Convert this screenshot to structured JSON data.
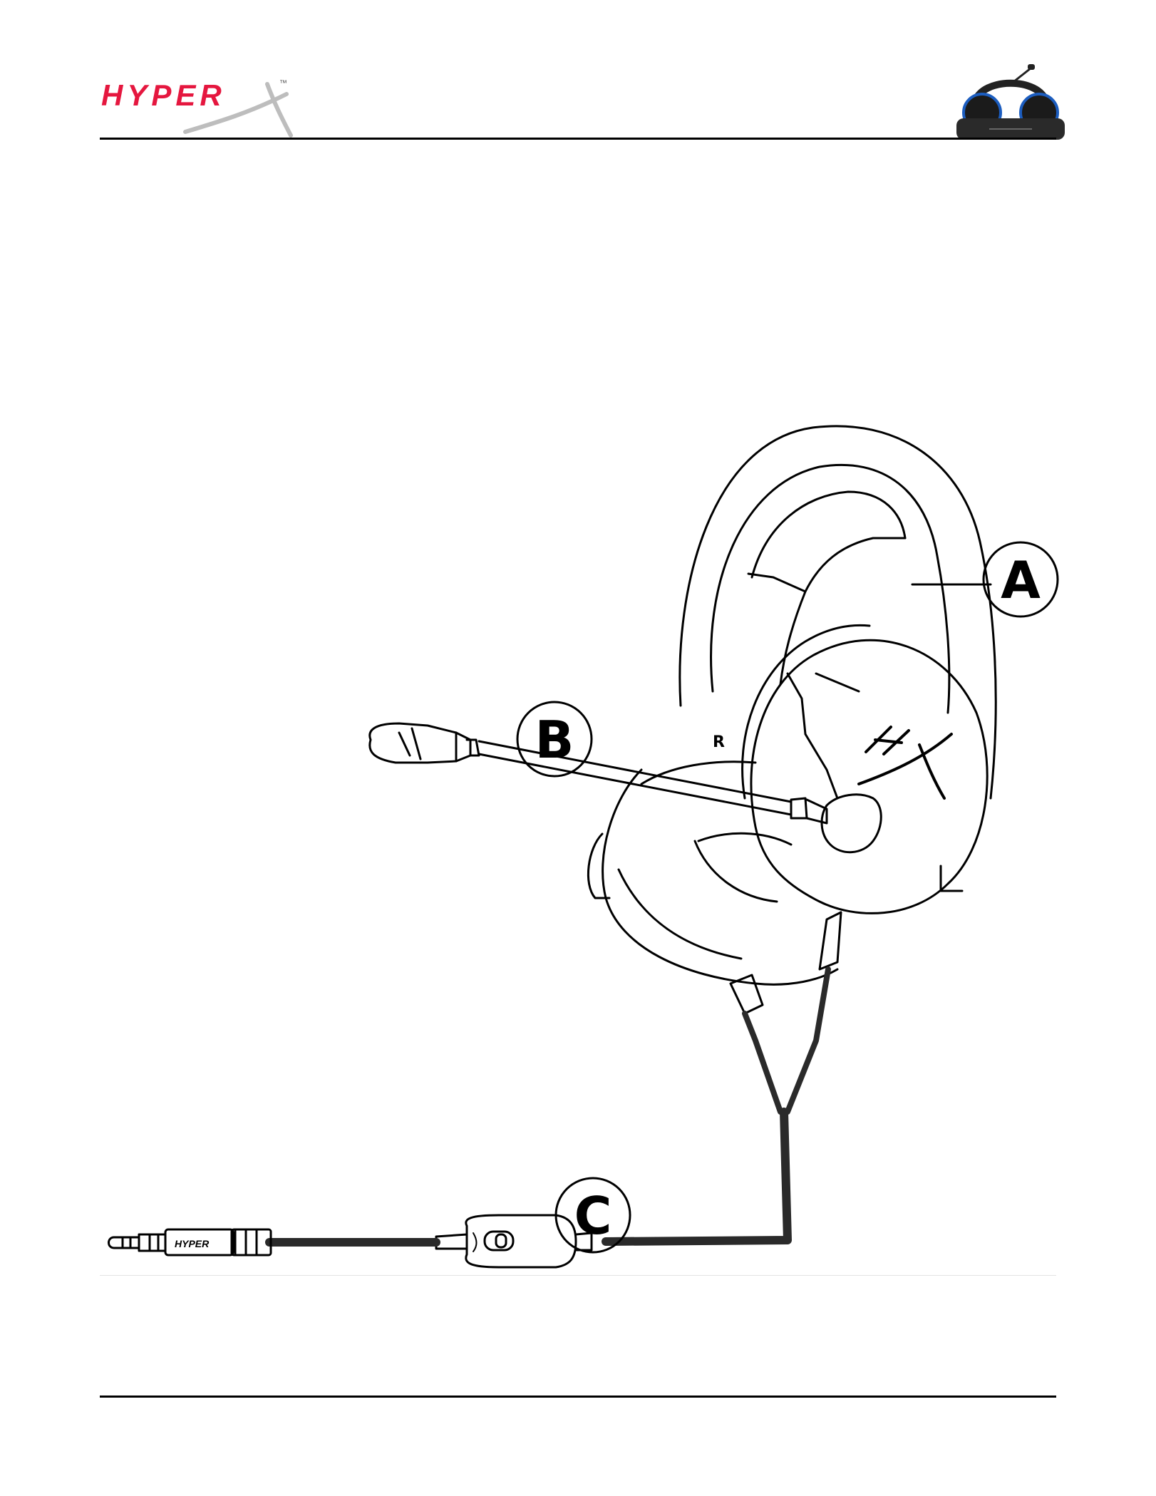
{
  "header": {
    "brand_logo_text": "HYPER",
    "trademark": "™"
  },
  "diagram": {
    "callouts": [
      {
        "letter": "A"
      },
      {
        "letter": "B"
      },
      {
        "letter": "C"
      }
    ],
    "earcup_side_mark": "R",
    "plug_brand_text": "HYPER"
  },
  "colors": {
    "brand_red": "#E5173F",
    "headset_accent_blue": "#1C5DBF",
    "line": "#000000",
    "cable": "#2a2a2a"
  }
}
